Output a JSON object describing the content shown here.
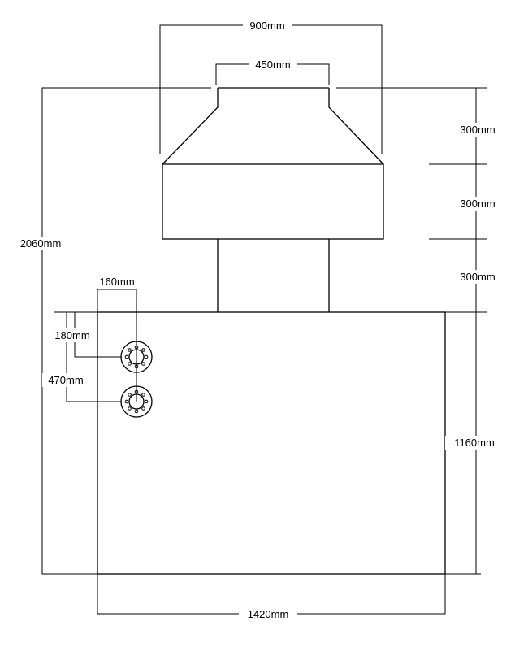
{
  "dimensions": {
    "top_outer_width": "900mm",
    "top_inner_width": "450mm",
    "total_height": "2060mm",
    "cone_height": "300mm",
    "cylinder_height": "300mm",
    "neck_height": "300mm",
    "tank_height": "1160mm",
    "tank_width": "1420mm",
    "flange_offset_x": "160mm",
    "flange1_offset_y": "180mm",
    "flange2_offset_y": "470mm"
  }
}
